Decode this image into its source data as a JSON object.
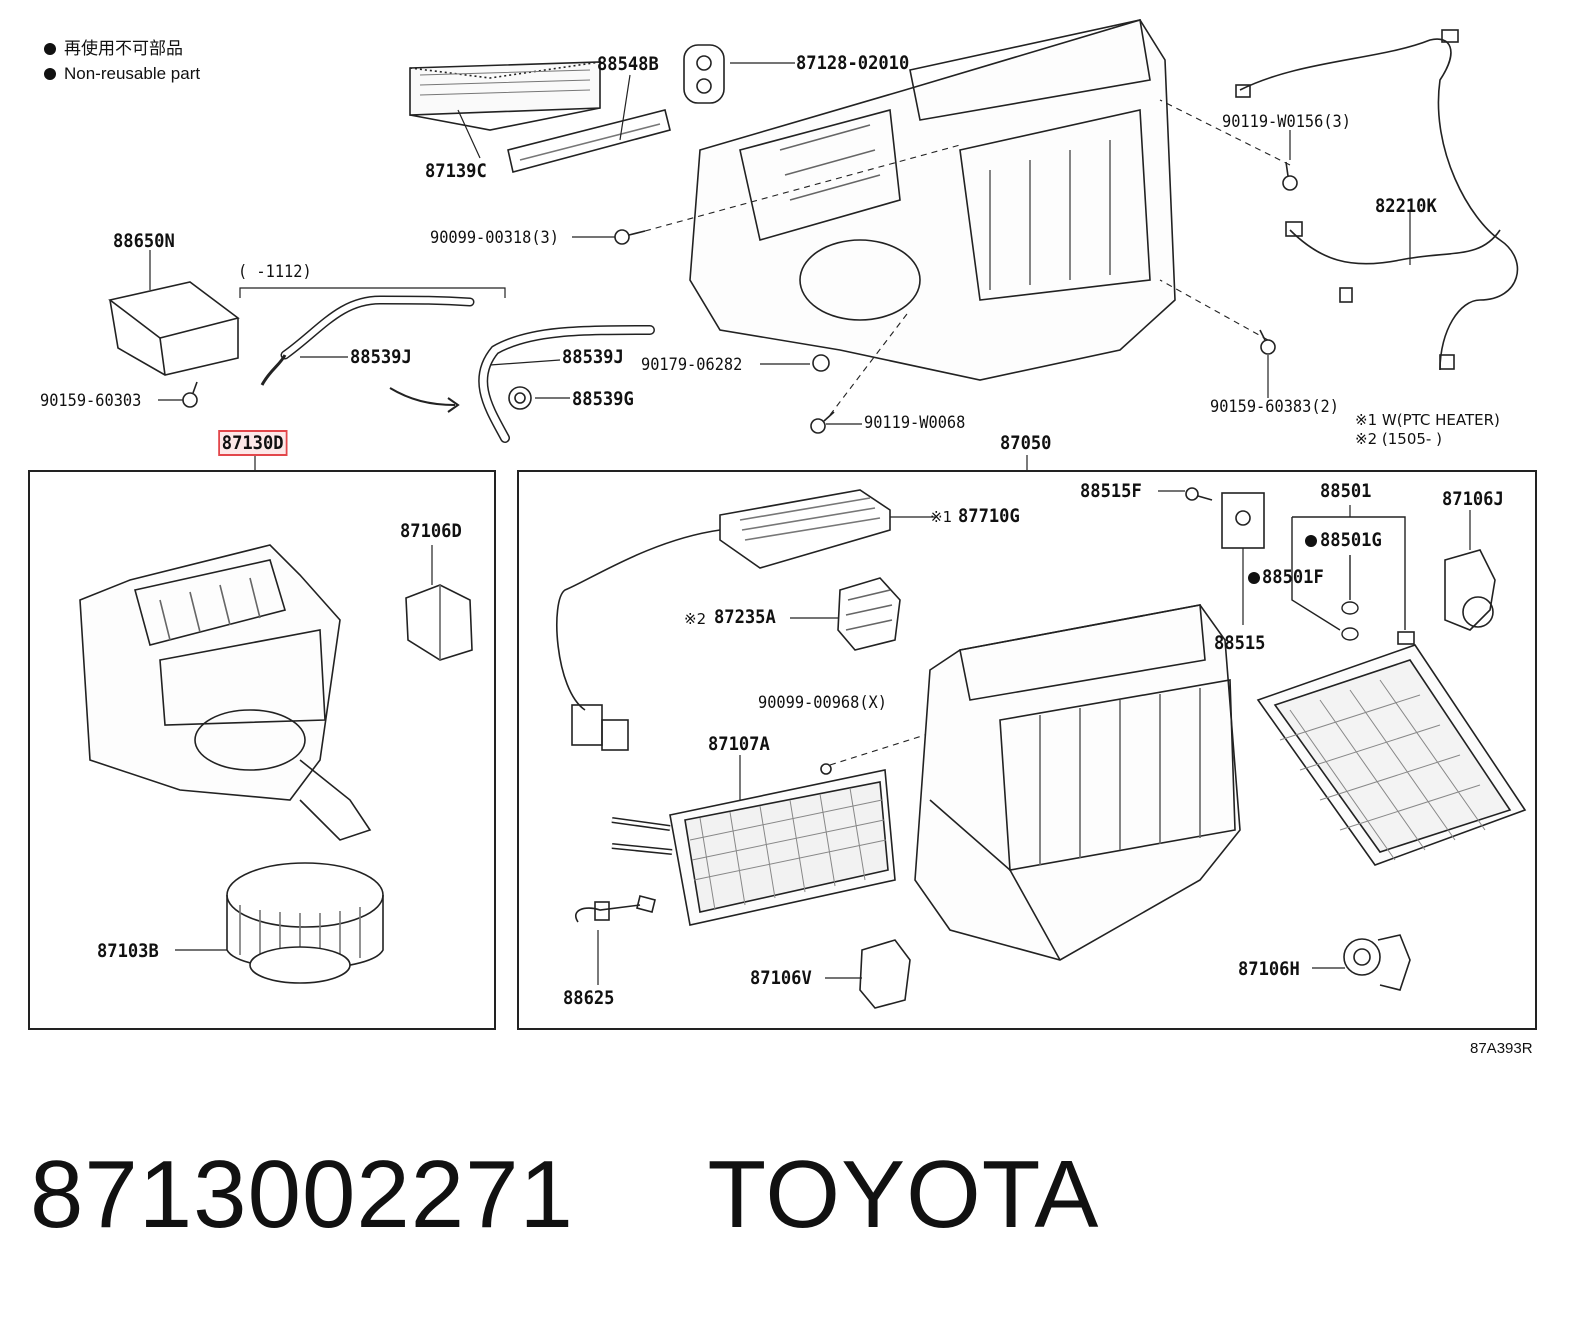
{
  "legend": {
    "chinese": "再使用不可部品",
    "english": "Non-reusable part"
  },
  "parts": {
    "p88548B": "88548B",
    "p87128": "87128-02010",
    "p87139C": "87139C",
    "p90119_0156": "90119-W0156(3)",
    "p82210K": "82210K",
    "p88650N": "88650N",
    "p90099_0318": "90099-00318(3)",
    "p1112": "(      -1112)",
    "p88539J_a": "88539J",
    "p88539J_b": "88539J",
    "p90179": "90179-06282",
    "p88539G": "88539G",
    "p90159_60303": "90159-60303",
    "p90119_0068": "90119-W0068",
    "p90159_60383": "90159-60383(2)",
    "p87130D": "87130D",
    "p87050": "87050",
    "p88515F": "88515F",
    "p88501": "88501",
    "p87106J": "87106J",
    "p87710G": "87710G",
    "p88501G": "88501G",
    "p88501F": "88501F",
    "p87106D": "87106D",
    "p87235A": "87235A",
    "p88515": "88515",
    "p90099_0968": "90099-00968(X)",
    "p87107A": "87107A",
    "p87103B": "87103B",
    "p88625": "88625",
    "p87106V": "87106V",
    "p87106H": "87106H"
  },
  "notes": {
    "n1": "※1 W(PTC HEATER)",
    "n2": "※2 (1505-       )",
    "m1": "※1",
    "m2": "※2"
  },
  "diagram_ref": "87A393R",
  "footer": {
    "part_number": "8713002271",
    "brand": "TOYOTA"
  }
}
